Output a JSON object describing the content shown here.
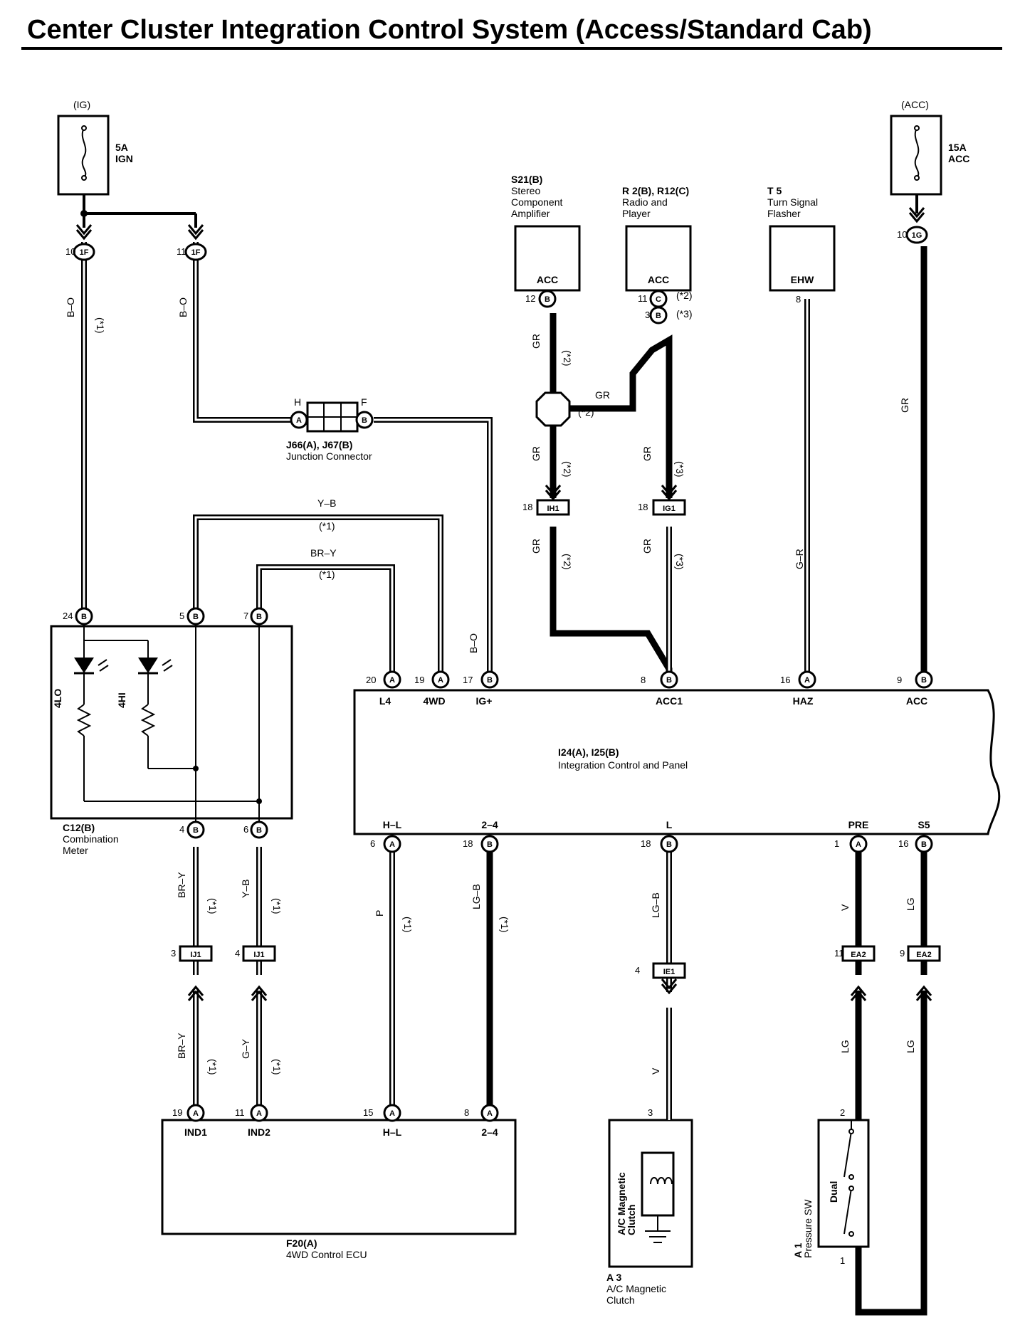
{
  "title": "Center Cluster Integration Control System (Access/Standard Cab)",
  "fuses": [
    {
      "source": "(IG)",
      "rating": "5A",
      "name": "IGN"
    },
    {
      "source": "(ACC)",
      "rating": "15A",
      "name": "ACC"
    }
  ],
  "components": {
    "stereo": {
      "code": "S21(B)",
      "l1": "Stereo",
      "l2": "Component",
      "l3": "Amplifier",
      "terminal": "ACC"
    },
    "radio": {
      "code": "R 2(B), R12(C)",
      "l1": "Radio and",
      "l2": "Player",
      "terminal": "ACC"
    },
    "flasher": {
      "code": "T 5",
      "l1": "Turn Signal",
      "l2": "Flasher",
      "terminal": "EHW"
    },
    "junction": {
      "code": "J66(A), J67(B)",
      "name": "Junction Connector",
      "left": "H",
      "right": "F"
    },
    "meter": {
      "code": "C12(B)",
      "l1": "Combination",
      "l2": "Meter",
      "lamp1": "4LO",
      "lamp2": "4HI"
    },
    "panel": {
      "code": "I24(A), I25(B)",
      "name": "Integration Control and Panel"
    },
    "ecu": {
      "code": "F20(A)",
      "name": "4WD Control ECU"
    },
    "clutch": {
      "code": "A 3",
      "l1": "A/C Magnetic",
      "l2": "Clutch",
      "inner1": "A/C Magnetic",
      "inner2": "Clutch"
    },
    "pswitch": {
      "code": "A 1",
      "name": "Pressure SW",
      "inner": "Dual"
    }
  },
  "panel_top_terminals": [
    "L4",
    "4WD",
    "IG+",
    "ACC1",
    "HAZ",
    "ACC"
  ],
  "panel_bottom_terminals": [
    "H–L",
    "2–4",
    "L",
    "PRE",
    "S5"
  ],
  "ecu_terminals": [
    "IND1",
    "IND2",
    "H–L",
    "2–4"
  ],
  "pin_numbers": [
    "10",
    "11",
    "10",
    "12",
    "11",
    "3",
    "8",
    "18",
    "18",
    "24",
    "5",
    "7",
    "20",
    "19",
    "17",
    "8",
    "16",
    "9",
    "4",
    "6",
    "6",
    "18",
    "18",
    "1",
    "16",
    "3",
    "4",
    "4",
    "11",
    "9",
    "19",
    "11",
    "15",
    "8",
    "3",
    "2",
    "1"
  ],
  "connector_codes": [
    "1F",
    "1F",
    "1G",
    "B",
    "C",
    "B",
    "A",
    "B",
    "IH1",
    "IG1",
    "IJ1",
    "IJ1",
    "IE1",
    "EA2",
    "EA2"
  ],
  "wire_colors": [
    "B–O",
    "B–O",
    "B–O",
    "GR",
    "GR",
    "GR",
    "GR",
    "GR",
    "GR",
    "GR",
    "GR",
    "G–R",
    "Y–B",
    "BR–Y",
    "Y–B",
    "BR–Y",
    "Y–B",
    "BR–Y",
    "G–Y",
    "P",
    "LG–B",
    "LG–B",
    "V",
    "V",
    "LG",
    "LG"
  ],
  "notes": [
    "(*1)",
    "(*2)",
    "(*3)"
  ]
}
